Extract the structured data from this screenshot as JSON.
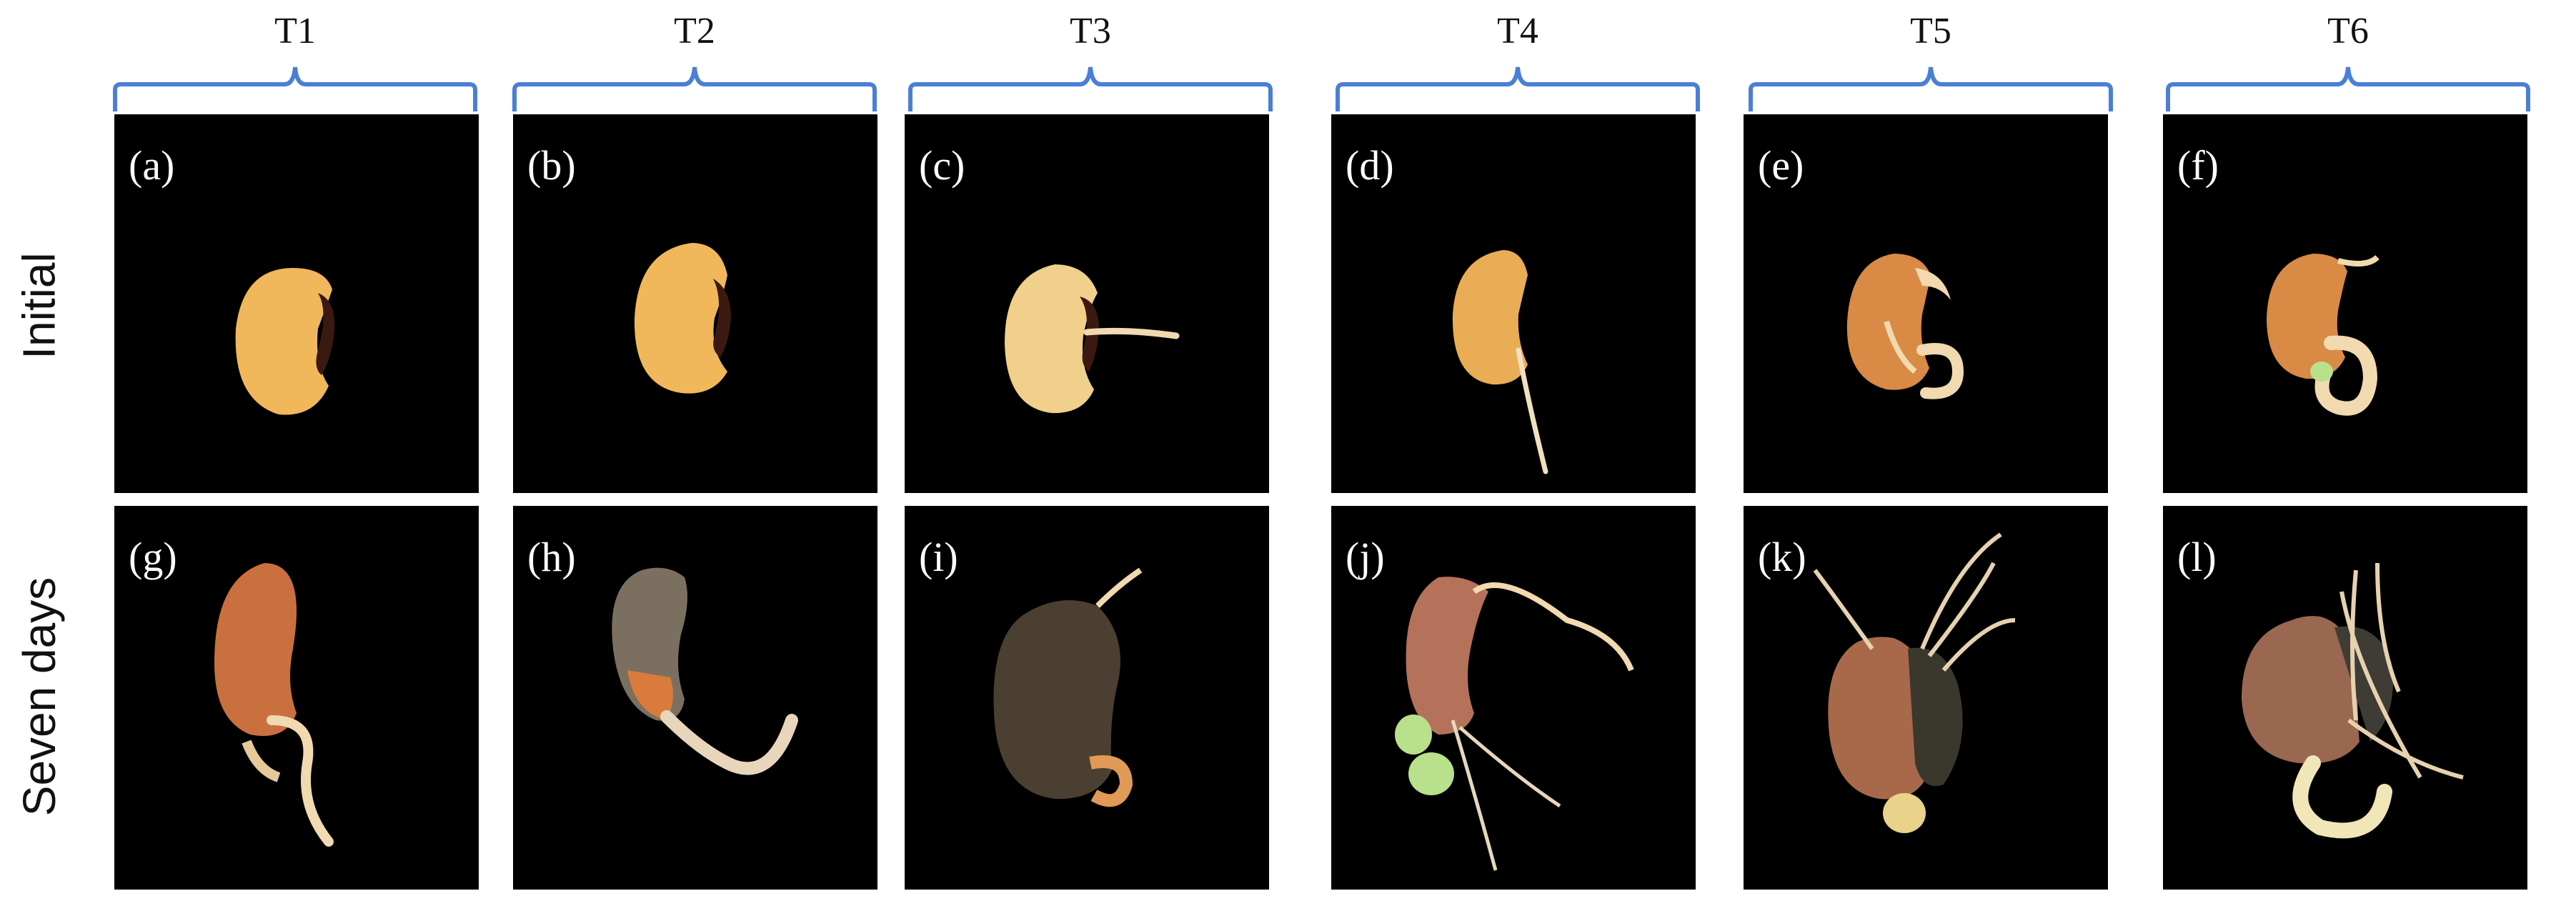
{
  "columns": [
    "T1",
    "T2",
    "T3",
    "T4",
    "T5",
    "T6"
  ],
  "rows": [
    "Initial",
    "Seven days"
  ],
  "panels": {
    "a": "(a)",
    "b": "(b)",
    "c": "(c)",
    "d": "(d)",
    "e": "(e)",
    "f": "(f)",
    "g": "(g)",
    "h": "(h)",
    "i": "(i)",
    "j": "(j)",
    "k": "(k)",
    "l": "(l)"
  },
  "colors": {
    "brace": "#4a7fd6",
    "background": "#000000",
    "seed_fresh": "#f0b85a",
    "seed_hilum": "#3a1a10",
    "seed_decayed": "#c9703e",
    "mold": "#3b3b30",
    "root": "#f1d9b0",
    "cotyledon": "#b9e08a"
  }
}
